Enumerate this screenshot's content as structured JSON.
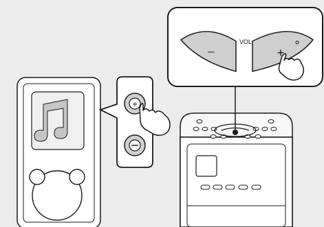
{
  "callout": {
    "vol_label": "VOL",
    "minus_symbol": "–",
    "plus_symbol": "+"
  },
  "colors": {
    "background": "#ececec",
    "outline": "#1a1a1a",
    "device_fill": "#ffffff",
    "button_fill": "#cfcfcf",
    "panel_fill": "#f6f6f6"
  },
  "icons": [
    "music-note-icon",
    "headphones-icon",
    "volume-up-button",
    "volume-down-button",
    "pointing-hand-icon"
  ]
}
